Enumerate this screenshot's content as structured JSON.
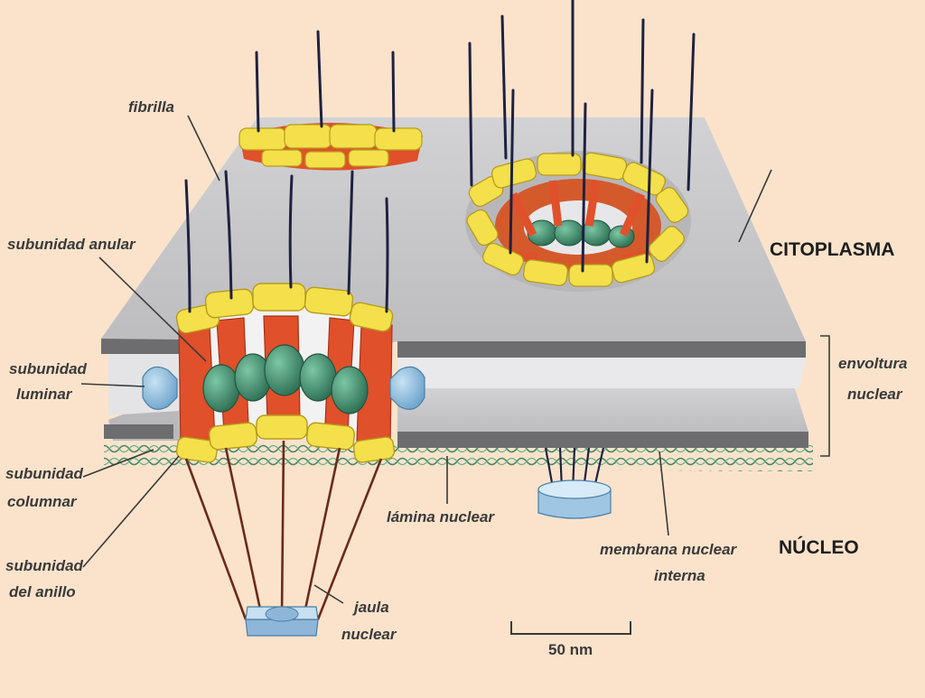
{
  "regions": {
    "cytoplasm": "CITOPLASMA",
    "nucleus": "NÚCLEO"
  },
  "labels": {
    "fibrilla": "fibrilla",
    "subunidad_anular": "subunidad anular",
    "subunidad_luminar_1": "subunidad",
    "subunidad_luminar_2": "luminar",
    "subunidad_columnar_1": "subunidad",
    "subunidad_columnar_2": "columnar",
    "subunidad_anillo_1": "subunidad",
    "subunidad_anillo_2": "del anillo",
    "jaula_nuclear_1": "jaula",
    "jaula_nuclear_2": "nuclear",
    "lamina_nuclear": "lámina nuclear",
    "membrana_nuclear_interna_1": "membrana nuclear",
    "membrana_nuclear_interna_2": "interna",
    "envoltura_nuclear_1": "envoltura",
    "envoltura_nuclear_2": "nuclear"
  },
  "scale_bar": {
    "label": "50 nm"
  },
  "colors": {
    "background": "#fbe3cb",
    "membrane": "#c9c9cb",
    "membrane_edge": "#6d6d70",
    "annular_ring": "#f4e04a",
    "column": "#e0502a",
    "central_subunit": "#3f8a6c",
    "luminal": "#86b9dc",
    "lamina": "#2e7a5a",
    "filament": "#1f2240"
  }
}
